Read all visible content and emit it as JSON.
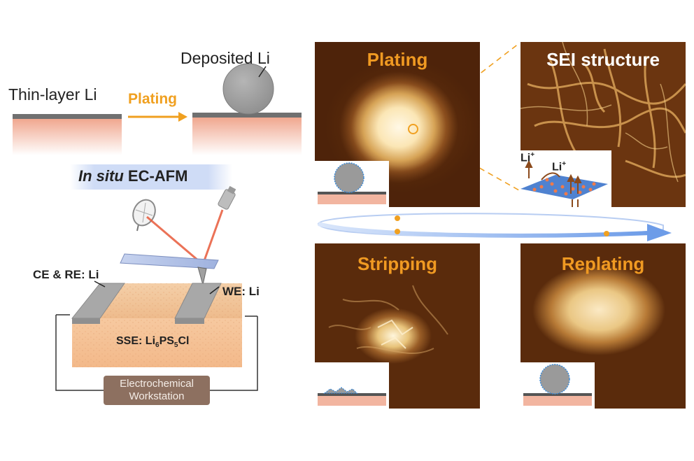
{
  "schematic": {
    "thin_layer_label": "Thin-layer Li",
    "plating_arrow_label": "Plating",
    "deposited_label": "Deposited Li",
    "banner_italic": "In situ",
    "banner_rest": "EC-AFM",
    "ce_re_label": "CE & RE: Li",
    "we_label": "WE: Li",
    "sse_label_prefix": "SSE: Li",
    "sse_sub1": "6",
    "sse_mid": "PS",
    "sse_sub2": "5",
    "sse_suffix": "Cl",
    "workstation_line1": "Electrochemical",
    "workstation_line2": "Workstation"
  },
  "panels": {
    "plating": {
      "title": "Plating"
    },
    "sei": {
      "title": "SEI structure",
      "li_ion_1": "Li",
      "li_ion_2": "Li",
      "sup": "+"
    },
    "stripping": {
      "title": "Stripping"
    },
    "replating": {
      "title": "Replating"
    }
  },
  "colors": {
    "accent_orange": "#f0a020",
    "title_orange": "#f09a22",
    "electrolyte_pink": "#f2b5a0",
    "li_grey": "#9a9a9a",
    "arrow_blue": "#6d9ce8"
  }
}
